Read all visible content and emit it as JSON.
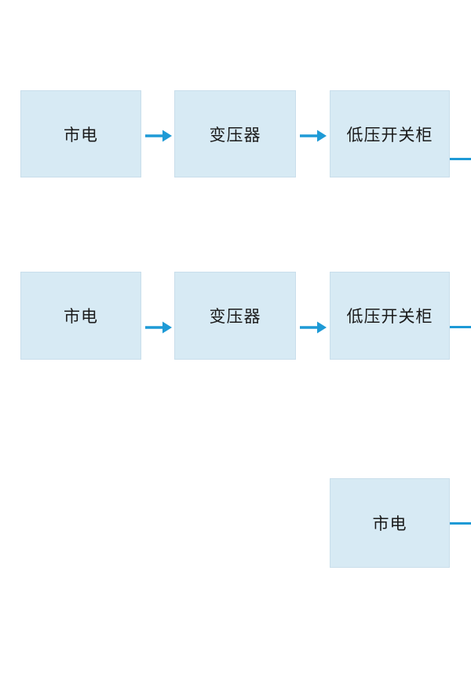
{
  "colors": {
    "background": "#ffffff",
    "node_fill": "#d7eaf4",
    "node_border": "#c9deeb",
    "node_text": "#1a1a1a",
    "arrow": "#1e9ad6"
  },
  "diagram": {
    "rows": [
      {
        "nodes": [
          {
            "label": "市电"
          },
          {
            "label": "变压器"
          },
          {
            "label": "低压开关柜"
          }
        ]
      },
      {
        "nodes": [
          {
            "label": "市电"
          },
          {
            "label": "变压器"
          },
          {
            "label": "低压开关柜"
          }
        ]
      },
      {
        "nodes": [
          {
            "label": "市电"
          }
        ]
      }
    ]
  }
}
